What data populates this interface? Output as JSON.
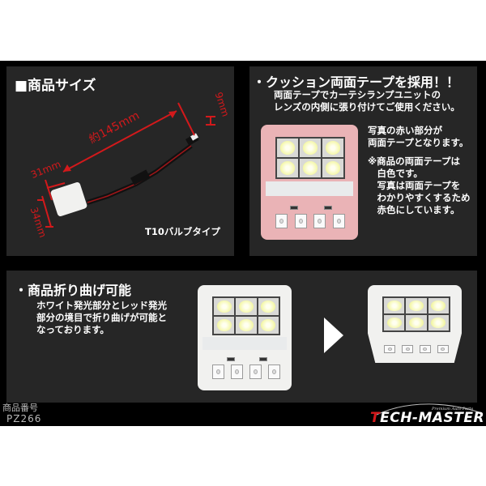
{
  "product_size_panel": {
    "title": "■商品サイズ",
    "dimensions": {
      "length": "約145mm",
      "width": "31mm",
      "height": "34mm",
      "connector": "9mm"
    },
    "bulb_type": "T10バルブタイプ"
  },
  "tape_panel": {
    "title": "・クッション両面テープを採用！！",
    "subtitle_lines": [
      "両面テープでカーテシランプユニットの",
      "レンズの内側に張り付けてご使用ください。"
    ],
    "notes": [
      "写真の赤い部分が",
      "両面テープとなります。",
      "",
      "※商品の両面テープは",
      "　白色です。",
      "　写真は両面テープを",
      "　わかりやすくするため",
      "　赤色にしています。"
    ]
  },
  "bend_panel": {
    "title": "・商品折り曲げ可能",
    "description_lines": [
      "ホワイト発光部分とレッド発光",
      "部分の境目で折り曲げが可能と",
      "なっております。"
    ]
  },
  "footer": {
    "code_label": "商品番号",
    "code_value": "PZ266",
    "brand": {
      "tagline": "Premium Auto Parts",
      "name_first_letter": "T",
      "name_rest": "ECH-MASTER"
    }
  },
  "colors": {
    "frame": "#000000",
    "panel": "#262626",
    "dimension_red": "#d3191b",
    "tape_pink": "#eab3b6",
    "led_yellow": "#f4f7a8"
  }
}
